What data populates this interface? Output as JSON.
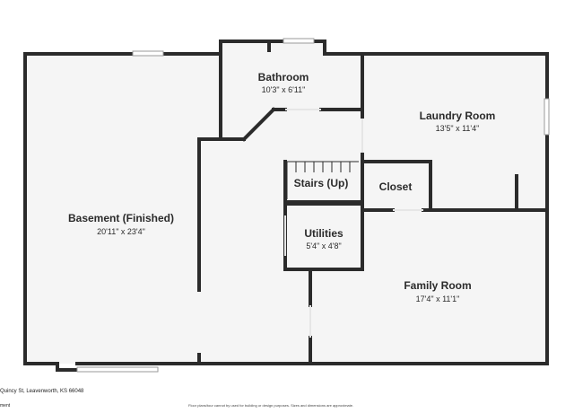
{
  "rooms": [
    {
      "id": "basement",
      "name": "Basement (Finished)",
      "dims": "20'11\" x 23'4\""
    },
    {
      "id": "bathroom",
      "name": "Bathroom",
      "dims": "10'3\" x 6'11\""
    },
    {
      "id": "laundry",
      "name": "Laundry Room",
      "dims": "13'5\" x 11'4\""
    },
    {
      "id": "stairs",
      "name": "Stairs (Up)"
    },
    {
      "id": "closet",
      "name": "Closet"
    },
    {
      "id": "utilities",
      "name": "Utilities",
      "dims": "5'4\" x 4'8\""
    },
    {
      "id": "family",
      "name": "Family Room",
      "dims": "17'4\" x 11'1\""
    }
  ],
  "footer": {
    "address": "Quincy St, Leavenworth, KS 66048",
    "left_fragment": "ment",
    "disclaimer": "Floor plans/tour cannot by used for building or design purposes. Sizes and dimensions are approximate."
  },
  "colors": {
    "wall": "#2b2b2b",
    "floor": "#f5f5f5",
    "window": "#c8c8c8"
  }
}
